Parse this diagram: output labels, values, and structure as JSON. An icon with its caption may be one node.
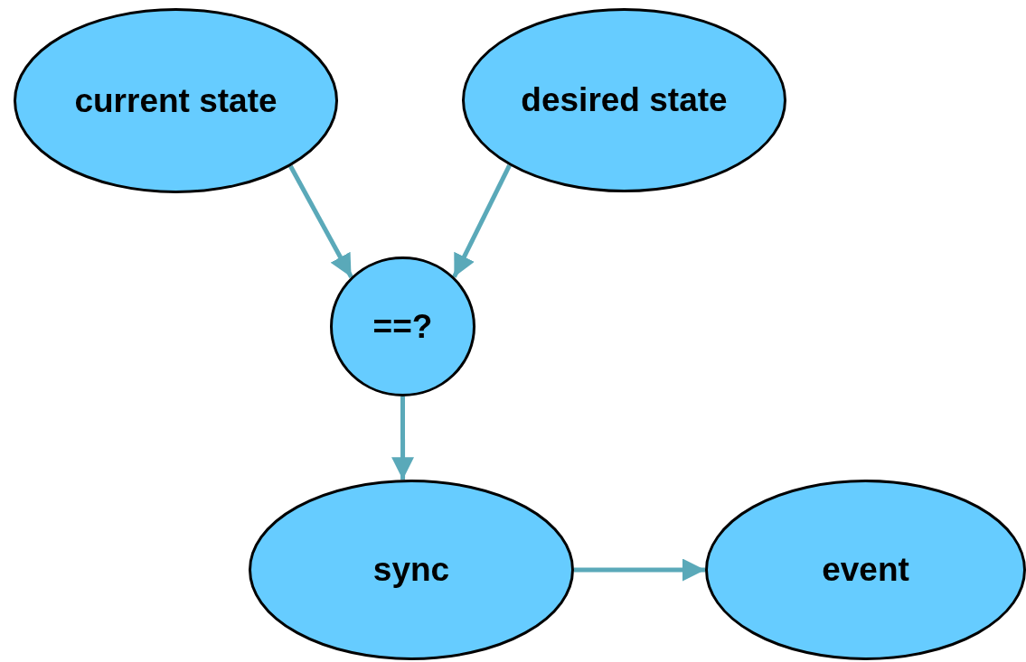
{
  "diagram": {
    "nodes": [
      {
        "text": [
          "current state"
        ]
      },
      {
        "text": [
          "desired state"
        ]
      },
      {
        "text": [
          "==?"
        ]
      },
      {
        "text": [
          "sync"
        ]
      },
      {
        "text": [
          "event"
        ]
      }
    ],
    "edges": [
      {
        "from": 0,
        "to": 2,
        "arrow": "to"
      },
      {
        "from": 1,
        "to": 2,
        "arrow": "to"
      },
      {
        "from": 2,
        "to": 3,
        "arrow": "to"
      },
      {
        "from": 3,
        "to": 4,
        "arrow": "to"
      }
    ]
  }
}
